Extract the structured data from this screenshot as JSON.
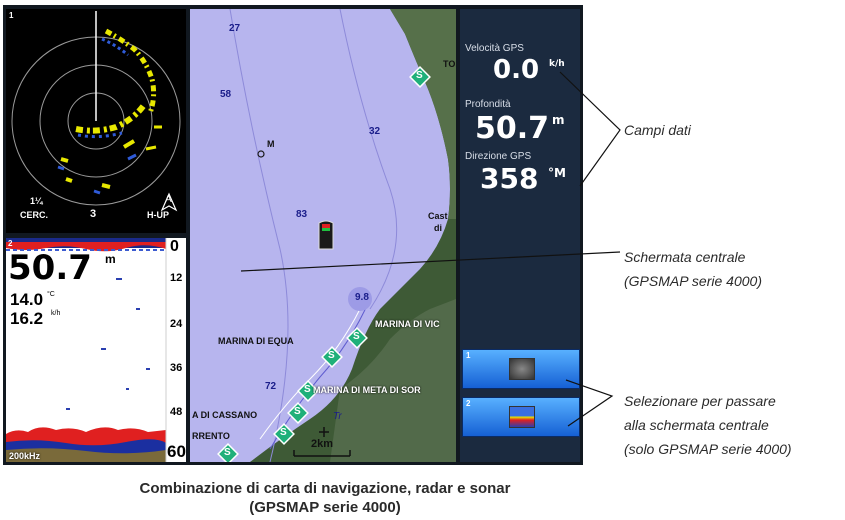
{
  "radar": {
    "number": "1",
    "range": "1¼",
    "range_label": "CERC.",
    "center_value": "3",
    "orientation": "H-UP",
    "compass_letter": "A"
  },
  "sonar": {
    "number": "2",
    "depth_big": "50.7",
    "depth_unit": "m",
    "temp": "14.0",
    "temp_unit": "°C",
    "speed": "16.2",
    "speed_unit": "k/h",
    "scale": [
      "0",
      "12",
      "24",
      "36",
      "48",
      "60"
    ],
    "frequency": "200kHz"
  },
  "map": {
    "depths": [
      "27",
      "58",
      "32",
      "83",
      "9.8",
      "72"
    ],
    "marker": "M",
    "places": [
      "TOR",
      "Cast",
      "di",
      "MARINA DI VIC",
      "MARINA DI EQUA",
      "MARINA DI META DI SOR",
      "A DI CASSANO",
      "RRENTO",
      "Tr"
    ],
    "scale_label": "2km",
    "service_icon": "S"
  },
  "data_fields": [
    {
      "label": "Velocità GPS",
      "value": "0.0",
      "unit": "k/h"
    },
    {
      "label": "Profondità",
      "value": "50.7",
      "unit": "m"
    },
    {
      "label": "Direzione GPS",
      "value": "358",
      "unit": "°M"
    }
  ],
  "thumbnails": [
    {
      "number": "1"
    },
    {
      "number": "2"
    }
  ],
  "annotations": {
    "data_fields": "Campi dati",
    "center_screen_1": "Schermata centrale",
    "center_screen_2": "(GPSMAP serie 4000)",
    "select_1": "Selezionare per passare",
    "select_2": "alla schermata centrale",
    "select_3": "(solo GPSMAP serie 4000)"
  },
  "caption": {
    "line1": "Combinazione di carta di navigazione, radar e sonar",
    "line2": "(GPSMAP serie 4000)"
  },
  "colors": {
    "water": "#b7b5ee",
    "land": "#3e5a36",
    "data_panel": "#1b2a3f",
    "sonar_red": "#e02020",
    "radar_yellow": "#f0f000"
  }
}
